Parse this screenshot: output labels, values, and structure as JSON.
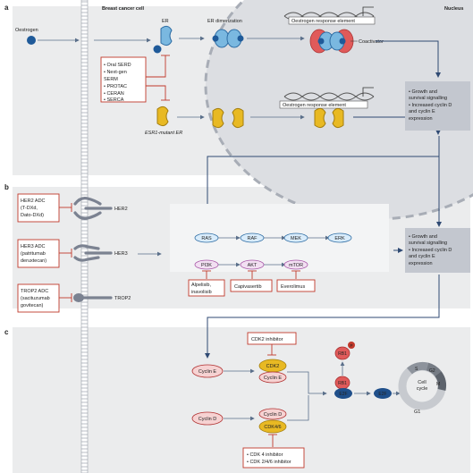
{
  "panels": {
    "a": {
      "letter": "a",
      "cell_label": "Breast cancer cell",
      "nucleus_label": "Nucleus",
      "oestrogen": "Oestrogen",
      "er": "ER",
      "er_dimerization": "ER dimerization",
      "oere_top": "Oestrogen response element",
      "coactivator": "Coactivator",
      "oere_bottom": "Oestrogen response element",
      "mutant": "ESR1-mutant ER",
      "drugs": [
        "• Oral SERD",
        "• Next-gen",
        "  SERM",
        "• PROTAC",
        "• CERAN",
        "• SERCA"
      ],
      "outcome": [
        "• Growth and",
        "  survival signalling",
        "• Increased cyclin D",
        "  and cyclin E",
        "  expression"
      ]
    },
    "b": {
      "letter": "b",
      "adc1": [
        "HER2 ADC",
        "(T-DXd,",
        "Dato-DXd)"
      ],
      "adc2": [
        "HER3 ADC",
        "(patritumab",
        "deruxtecan)"
      ],
      "adc3": [
        "TROP2 ADC",
        "(sacituzumab",
        "govitecan)"
      ],
      "receptors": [
        "HER2",
        "HER3",
        "TROP2"
      ],
      "mapk": [
        "RAS",
        "RAF",
        "MEK",
        "ERK"
      ],
      "pi3k": [
        "PI3K",
        "AKT",
        "mTOR"
      ],
      "inhibitors": [
        [
          "Alpelisib,",
          "inavolisib"
        ],
        [
          "Capivasertib"
        ],
        [
          "Everolimus"
        ]
      ],
      "outcome": [
        "• Growth and",
        "  survival signalling",
        "• Increased cyclin D",
        "  and cyclin E",
        "  expression"
      ]
    },
    "c": {
      "letter": "c",
      "cdk2_inhibitor": "CDK2 inhibitor",
      "cyclin_e": "Cyclin E",
      "cdk2": "CDK2",
      "cdk2_cyclin": "Cyclin E",
      "cyclin_d": "Cyclin D",
      "cdk46_cyclin": "Cyclin D",
      "cdk46": "CDK4/6",
      "rb1_p": "RB1",
      "p": "P",
      "rb1": "RB1",
      "e2f": "E2F",
      "e2f_free": "E2F",
      "cycle": [
        "Cell",
        "cycle"
      ],
      "phases": [
        "S",
        "G2",
        "M",
        "G1"
      ],
      "cdk46_inhibitors": [
        "• CDK 4 inhibitor",
        "• CDK 2/4/6 inhibitor"
      ]
    }
  },
  "colors": {
    "red": "#c0392b",
    "blue_ring": "#2e6da4",
    "gold": "#e8b923",
    "gray_panel": "#e6e7ea",
    "outcome_box": "#c3c7cf"
  }
}
